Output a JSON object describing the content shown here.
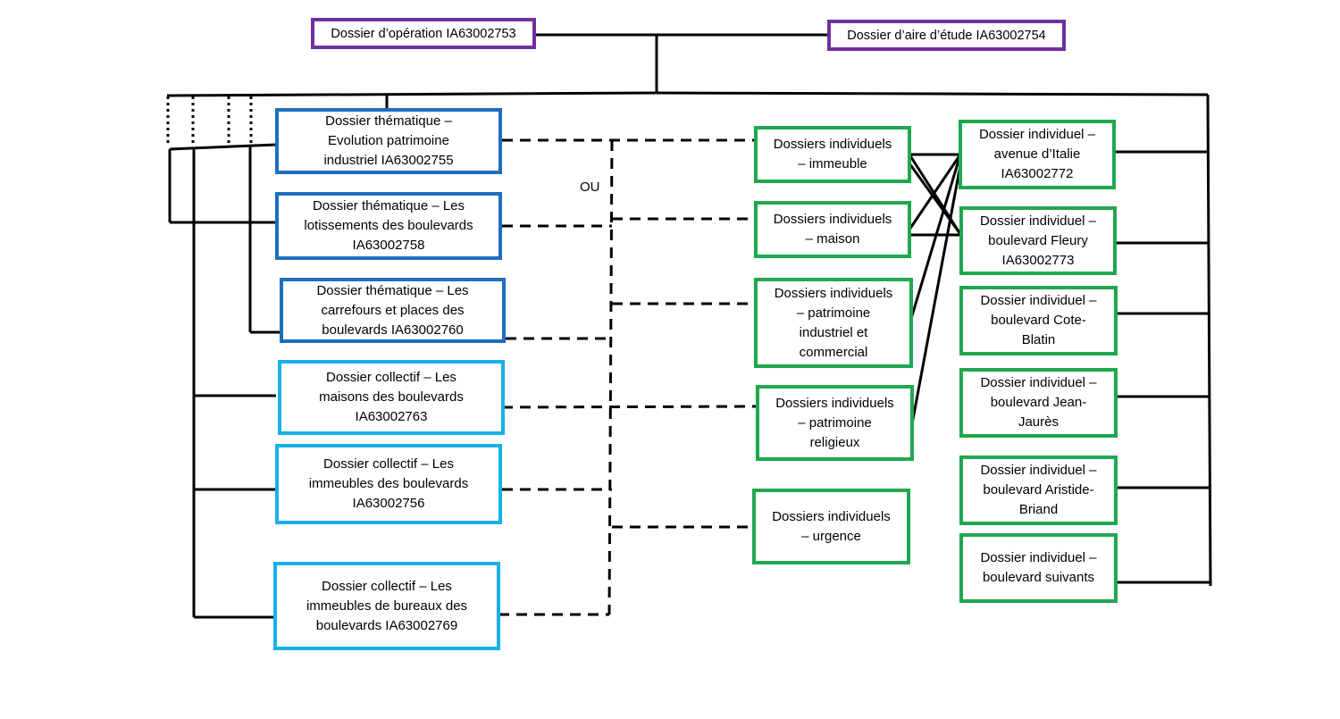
{
  "colors": {
    "operation_border": "#7030a0",
    "thematic_border": "#1f6fbf",
    "collective_border": "#1ab0e8",
    "individual_border": "#1fa84f",
    "line": "#000000"
  },
  "top": {
    "operation": "Dossier d’opération IA63002753",
    "aire": "Dossier d’aire d’étude IA63002754"
  },
  "thematic": [
    "Dossier thématique –\nEvolution patrimoine\nindustriel IA63002755",
    "Dossier thématique – Les\nlotissements des boulevards\nIA63002758",
    "Dossier thématique – Les\ncarrefours et places des\nboulevards IA63002760"
  ],
  "collective": [
    "Dossier collectif – Les\nmaisons des boulevards\nIA63002763",
    "Dossier collectif – Les\nimmeubles des boulevards\nIA63002756",
    "Dossier collectif – Les\nimmeubles de bureaux des\nboulevards IA63002769"
  ],
  "ou_label": "OU",
  "individuals_typology": [
    "Dossiers individuels\n– immeuble",
    "Dossiers individuels\n– maison",
    "Dossiers individuels\n– patrimoine\nindustriel et\ncommercial",
    "Dossiers individuels\n– patrimoine\nreligieux",
    "Dossiers individuels\n– urgence"
  ],
  "individuals_street": [
    "Dossier individuel –\navenue d’Italie\nIA63002772",
    "Dossier individuel –\nboulevard Fleury\nIA63002773",
    "Dossier individuel –\nboulevard Cote-\nBlatin",
    "Dossier individuel –\nboulevard Jean-\nJaurès",
    "Dossier individuel –\nboulevard Aristide-\nBriand",
    "Dossier individuel –\nboulevard suivants"
  ]
}
